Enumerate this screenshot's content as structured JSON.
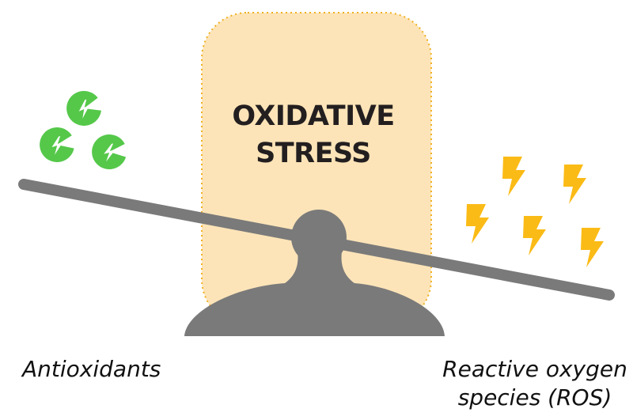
{
  "title": {
    "line1": "OXIDATIVE",
    "line2": "STRESS"
  },
  "left_label": "Antioxidants",
  "right_label": {
    "line1": "Reactive oxygen",
    "line2": "species (ROS)"
  },
  "icons": {
    "antioxidant": "pac-man-antioxidant-icon",
    "ros": "lightning-bolt-icon"
  },
  "colors": {
    "panel_fill": "#fde4b8",
    "panel_border": "#f0b020",
    "scale_gray": "#7a7a7a",
    "antioxidant_green": "#55c84a",
    "ros_yellow": "#fbbb16",
    "text": "#231f20"
  }
}
